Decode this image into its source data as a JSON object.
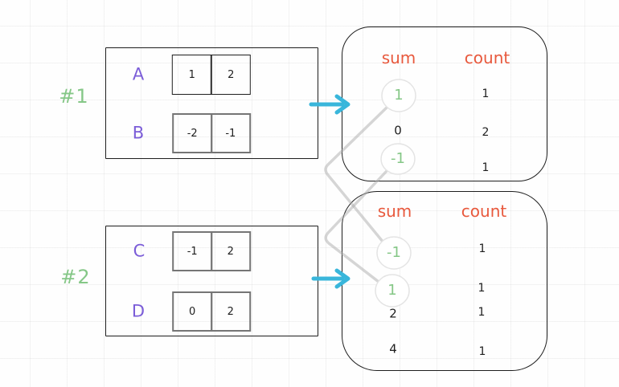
{
  "colors": {
    "green": "#85c787",
    "purple": "#7b5dd8",
    "coral": "#e8593d",
    "cyan": "#39b6db",
    "ink": "#1e1e1e",
    "connector": "#bdbdbd"
  },
  "group1": {
    "tag": "#1",
    "row1": {
      "label": "A",
      "cell1": "1",
      "cell2": "2"
    },
    "row2": {
      "label": "B",
      "cell1": "-2",
      "cell2": "-1"
    }
  },
  "group2": {
    "tag": "#2",
    "row1": {
      "label": "C",
      "cell1": "-1",
      "cell2": "2"
    },
    "row2": {
      "label": "D",
      "cell1": "0",
      "cell2": "2"
    }
  },
  "table1": {
    "header_sum": "sum",
    "header_count": "count",
    "rows": [
      {
        "sum": "1",
        "count": "1",
        "circled": true
      },
      {
        "sum": "0",
        "count": "2",
        "circled": false
      },
      {
        "sum": "-1",
        "count": "1",
        "circled": true
      }
    ]
  },
  "table2": {
    "header_sum": "sum",
    "header_count": "count",
    "rows": [
      {
        "sum": "-1",
        "count": "1",
        "circled": true
      },
      {
        "sum": "1",
        "count": "1",
        "circled": true
      },
      {
        "sum": "2",
        "count": "1",
        "circled": false
      },
      {
        "sum": "4",
        "count": "1",
        "circled": false
      }
    ]
  }
}
